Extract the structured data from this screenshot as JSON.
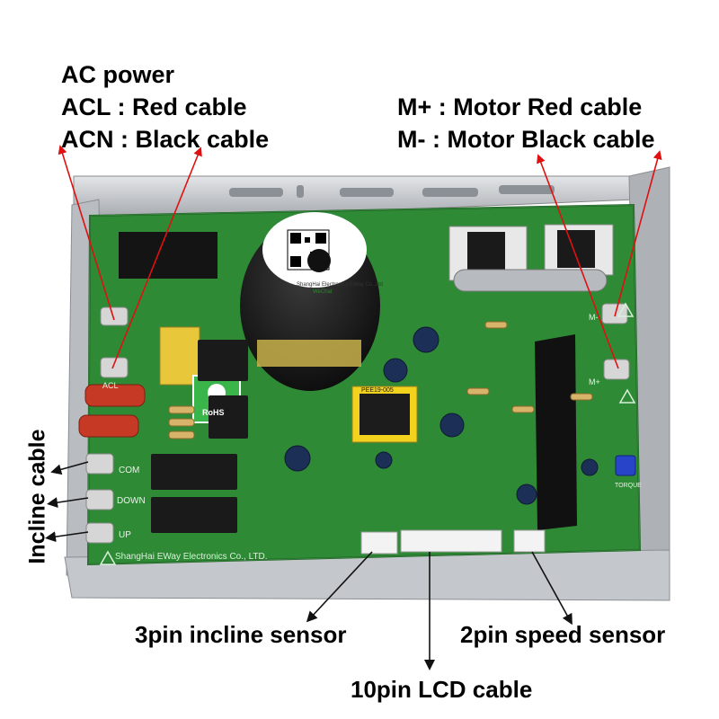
{
  "annotations": {
    "ac_power_title": "AC power",
    "acl_label": "ACL : Red cable",
    "acn_label": "ACN : Black cable",
    "motor_plus_label": "M+ : Motor Red cable",
    "motor_minus_label": "M- : Motor Black cable",
    "incline_cable_label": "Incline cable",
    "incline_sensor_label": "3pin incline sensor",
    "speed_sensor_label": "2pin speed sensor",
    "lcd_cable_label": "10pin LCD cable"
  },
  "board": {
    "silkscreen_brand": "ShangHai EWay Electronics Co., LTD.",
    "rohs_badge": "RoHS",
    "terminal_com": "COM",
    "terminal_down": "DOWN",
    "terminal_up": "UP",
    "terminal_acl": "ACL",
    "terminal_m_plus": "M+",
    "terminal_m_minus": "M-",
    "torque_label": "TORQUE",
    "inductor_code": "PEE19-005",
    "wechat_label": "WeChat",
    "qr_caption": "ShangHai Electronics EWay Co.,Ltd"
  },
  "colors": {
    "pcb_green": "#2f8a36",
    "heatsink_silver": "#c9ccd0",
    "arrow_red": "#e01010",
    "arrow_black": "#111111"
  }
}
